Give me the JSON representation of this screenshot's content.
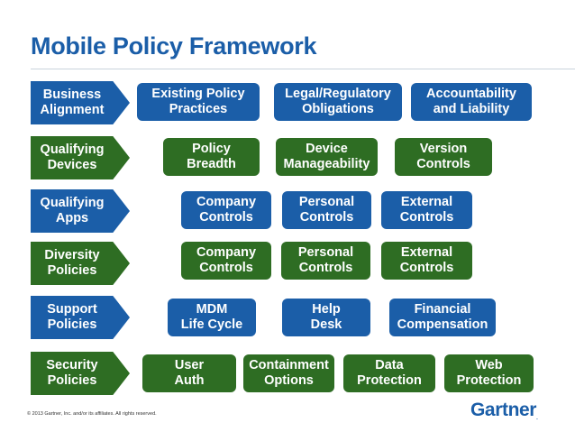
{
  "title": "Mobile Policy Framework",
  "colors": {
    "blue": "#1b5ea8",
    "green": "#2e6d23"
  },
  "rows": [
    {
      "label_line1": "Business",
      "label_line2": "Alignment",
      "color": "blue",
      "boxes": [
        "Existing Policy\nPractices",
        "Legal/Regulatory\nObligations",
        "Accountability\nand Liability"
      ]
    },
    {
      "label_line1": "Qualifying",
      "label_line2": "Devices",
      "color": "green",
      "boxes": [
        "Policy\nBreadth",
        "Device\nManageability",
        "Version\nControls"
      ]
    },
    {
      "label_line1": "Qualifying",
      "label_line2": "Apps",
      "color": "blue",
      "boxes": [
        "Company\nControls",
        "Personal\nControls",
        "External\nControls"
      ]
    },
    {
      "label_line1": "Diversity",
      "label_line2": "Policies",
      "color": "green",
      "boxes": [
        "Company\nControls",
        "Personal\nControls",
        "External\nControls"
      ]
    },
    {
      "label_line1": "Support",
      "label_line2": "Policies",
      "color": "blue",
      "boxes": [
        "MDM\nLife Cycle",
        "Help\nDesk",
        "Financial\nCompensation"
      ]
    },
    {
      "label_line1": "Security",
      "label_line2": "Policies",
      "color": "green",
      "boxes": [
        "User\nAuth",
        "Containment\nOptions",
        "Data\nProtection",
        "Web\nProtection"
      ]
    }
  ],
  "footer": "© 2013 Gartner, Inc. and/or its affiliates. All rights reserved.",
  "logo": {
    "text": "Gartner",
    "mark": "."
  }
}
